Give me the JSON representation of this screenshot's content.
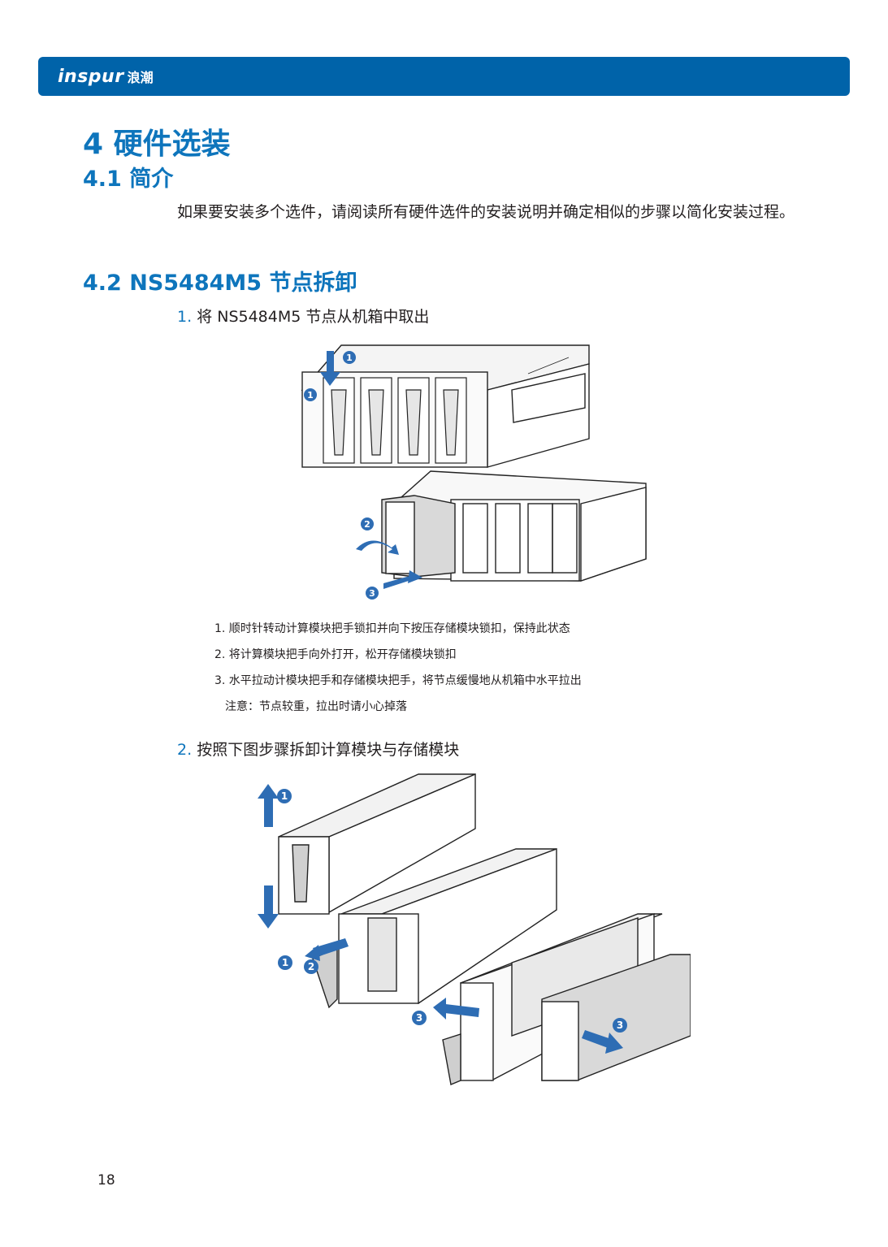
{
  "header": {
    "logo_en": "inspur",
    "logo_cn": "浪潮"
  },
  "section": {
    "title": "4 硬件选装"
  },
  "subsection_1": {
    "title": "4.1 简介",
    "paragraph": "如果要安装多个选件，请阅读所有硬件选件的安装说明并确定相似的步骤以简化安装过程。"
  },
  "subsection_2": {
    "title": "4.2 NS5484M5 节点拆卸",
    "steps": [
      {
        "num": "1.",
        "text": "将 NS5484M5 节点从机箱中取出"
      },
      {
        "num": "2.",
        "text": "按照下图步骤拆卸计算模块与存储模块"
      }
    ],
    "notes": [
      "1. 顺时针转动计算模块把手锁扣并向下按压存储模块锁扣，保持此状态",
      "2. 将计算模块把手向外打开，松开存储模块锁扣",
      "3. 水平拉动计模块把手和存储模块把手，将节点缓慢地从机箱中水平拉出",
      "注意：节点较重，拉出时请小心掉落"
    ]
  },
  "figure_1": {
    "callouts": [
      "1",
      "1",
      "2",
      "3"
    ]
  },
  "figure_2": {
    "callouts": [
      "1",
      "1",
      "2",
      "3",
      "3"
    ]
  },
  "footer": {
    "page_number": "18"
  },
  "colors": {
    "brand_blue": "#0063a9",
    "heading_blue": "#0e75bc",
    "arrow_blue": "#2e6db4"
  }
}
